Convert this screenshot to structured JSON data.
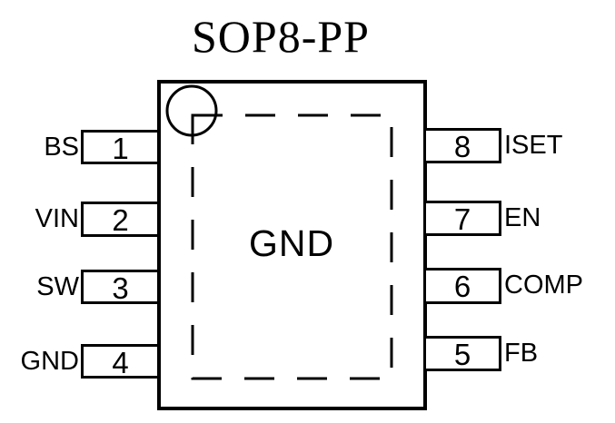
{
  "title": "SOP8-PP",
  "package": {
    "type_label": "SOP8-PP",
    "center_label": "GND",
    "left_pins": [
      {
        "number": "1",
        "name": "BS"
      },
      {
        "number": "2",
        "name": "VIN"
      },
      {
        "number": "3",
        "name": "SW"
      },
      {
        "number": "4",
        "name": "GND"
      }
    ],
    "right_pins": [
      {
        "number": "8",
        "name": "ISET"
      },
      {
        "number": "7",
        "name": "EN"
      },
      {
        "number": "6",
        "name": "COMP"
      },
      {
        "number": "5",
        "name": "FB"
      }
    ]
  },
  "colors": {
    "line": "#000000",
    "background": "#ffffff"
  }
}
